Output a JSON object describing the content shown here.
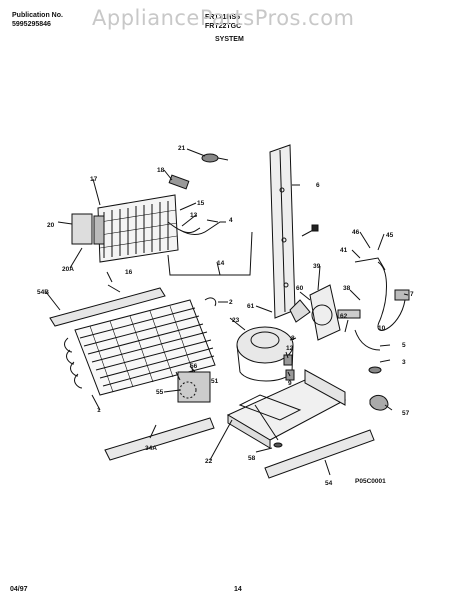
{
  "header": {
    "publication_label": "Publication No.",
    "publication_number": "5995295846",
    "model_1": "FRT21HS6",
    "model_2": "FRT22TGC",
    "section": "SYSTEM"
  },
  "watermark": "AppliancePartsPros.com",
  "parts": [
    "21",
    "18",
    "17",
    "15",
    "13",
    "4",
    "20",
    "20A",
    "14",
    "16",
    "54B",
    "2",
    "1",
    "6",
    "46",
    "41",
    "45",
    "39",
    "60",
    "61",
    "38",
    "62",
    "7",
    "23",
    "10",
    "5",
    "3",
    "22",
    "8",
    "51",
    "56",
    "55",
    "12",
    "9",
    "57",
    "34A",
    "58",
    "54"
  ],
  "diagram_code": "P05C0001",
  "footer": {
    "date": "04/97",
    "page": "14"
  }
}
